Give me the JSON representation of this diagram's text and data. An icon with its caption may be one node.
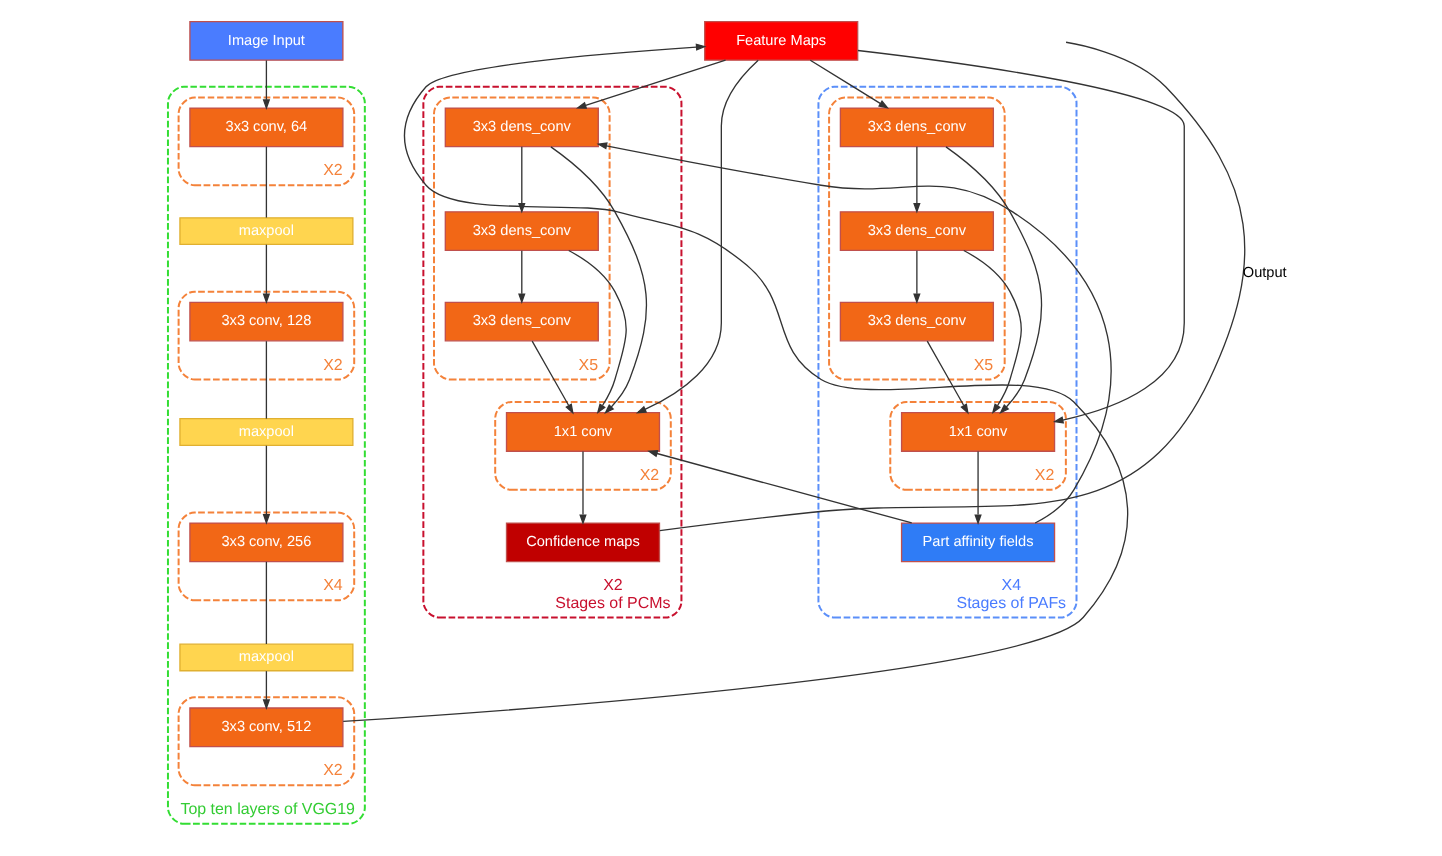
{
  "diagram": {
    "nodes": [
      {
        "text": [
          "Image Input"
        ]
      },
      {
        "text": [
          "Top ten layers of VGG19"
        ]
      },
      {
        "text": [
          "X2"
        ],
        "in": 1
      },
      {
        "text": [
          "3x3 conv, 64"
        ],
        "in": 2
      },
      {
        "text": [
          "maxpool"
        ],
        "in": 1
      },
      {
        "text": [
          "X2"
        ],
        "in": 1
      },
      {
        "text": [
          "3x3 conv, 128"
        ],
        "in": 5
      },
      {
        "text": [
          "maxpool"
        ],
        "in": 1
      },
      {
        "text": [
          "X4"
        ],
        "in": 1
      },
      {
        "text": [
          "3x3 conv, 256"
        ],
        "in": 8
      },
      {
        "text": [
          "maxpool"
        ],
        "in": 1
      },
      {
        "text": [
          "X2"
        ],
        "in": 1
      },
      {
        "text": [
          "3x3 conv, 512"
        ],
        "in": 11
      },
      {
        "text": [
          "Feature Maps"
        ]
      },
      {
        "text": [
          "X4",
          "Stages of PAFs"
        ]
      },
      {
        "text": [
          "X5"
        ],
        "in": 14
      },
      {
        "text": [
          "3x3 dens_conv"
        ],
        "in": 15
      },
      {
        "text": [
          "3x3 dens_conv"
        ],
        "in": 15
      },
      {
        "text": [
          "3x3 dens_conv"
        ],
        "in": 15
      },
      {
        "text": [
          "X2"
        ],
        "in": 14
      },
      {
        "text": [
          "1x1 conv"
        ],
        "in": 19
      },
      {
        "text": [
          "Part affinity fields"
        ],
        "in": 14
      },
      {
        "text": [
          "X2",
          "Stages of PCMs"
        ]
      },
      {
        "text": [
          "X5"
        ],
        "in": 22
      },
      {
        "text": [
          "3x3 dens_conv"
        ],
        "in": 23
      },
      {
        "text": [
          "3x3 dens_conv"
        ],
        "in": 23
      },
      {
        "text": [
          "3x3 dens_conv"
        ],
        "in": 23
      },
      {
        "text": [
          "X2"
        ],
        "in": 22
      },
      {
        "text": [
          "1x1 conv"
        ],
        "in": 27
      },
      {
        "text": [
          "Confidence maps"
        ],
        "in": 22
      }
    ],
    "edges": [
      {
        "from": 0,
        "to": 3,
        "arrow": "to"
      },
      {
        "from": 3,
        "to": 4,
        "arrow": "none"
      },
      {
        "from": 4,
        "to": 6,
        "arrow": "to"
      },
      {
        "from": 6,
        "to": 7,
        "arrow": "none"
      },
      {
        "from": 7,
        "to": 9,
        "arrow": "to"
      },
      {
        "from": 9,
        "to": 10,
        "arrow": "none"
      },
      {
        "from": 10,
        "to": 12,
        "arrow": "to"
      },
      {
        "from": 12,
        "to": 13,
        "arrow": "to"
      },
      {
        "from": 13,
        "to": 16,
        "arrow": "to"
      },
      {
        "from": 16,
        "to": 17,
        "arrow": "to"
      },
      {
        "from": 17,
        "to": 18,
        "arrow": "to"
      },
      {
        "from": 18,
        "to": 20,
        "arrow": "to"
      },
      {
        "from": 13,
        "to": 20,
        "arrow": "to"
      },
      {
        "from": 16,
        "to": 20,
        "arrow": "to"
      },
      {
        "from": 17,
        "to": 20,
        "arrow": "to"
      },
      {
        "from": 20,
        "to": 21,
        "arrow": "to"
      },
      {
        "from": 13,
        "to": 24,
        "arrow": "to"
      },
      {
        "from": 21,
        "to": 24,
        "arrow": "to"
      },
      {
        "from": 24,
        "to": 25,
        "arrow": "to"
      },
      {
        "from": 25,
        "to": 26,
        "arrow": "to"
      },
      {
        "from": 26,
        "to": 28,
        "arrow": "to"
      },
      {
        "from": 13,
        "to": 28,
        "arrow": "to"
      },
      {
        "from": 21,
        "to": 28,
        "arrow": "to"
      },
      {
        "from": 24,
        "to": 28,
        "arrow": "to"
      },
      {
        "from": 25,
        "to": 28,
        "arrow": "to"
      },
      {
        "from": 28,
        "to": 29,
        "arrow": "to"
      },
      {
        "from": 29,
        "to": null,
        "arrow": "none",
        "label": "Output"
      }
    ]
  }
}
